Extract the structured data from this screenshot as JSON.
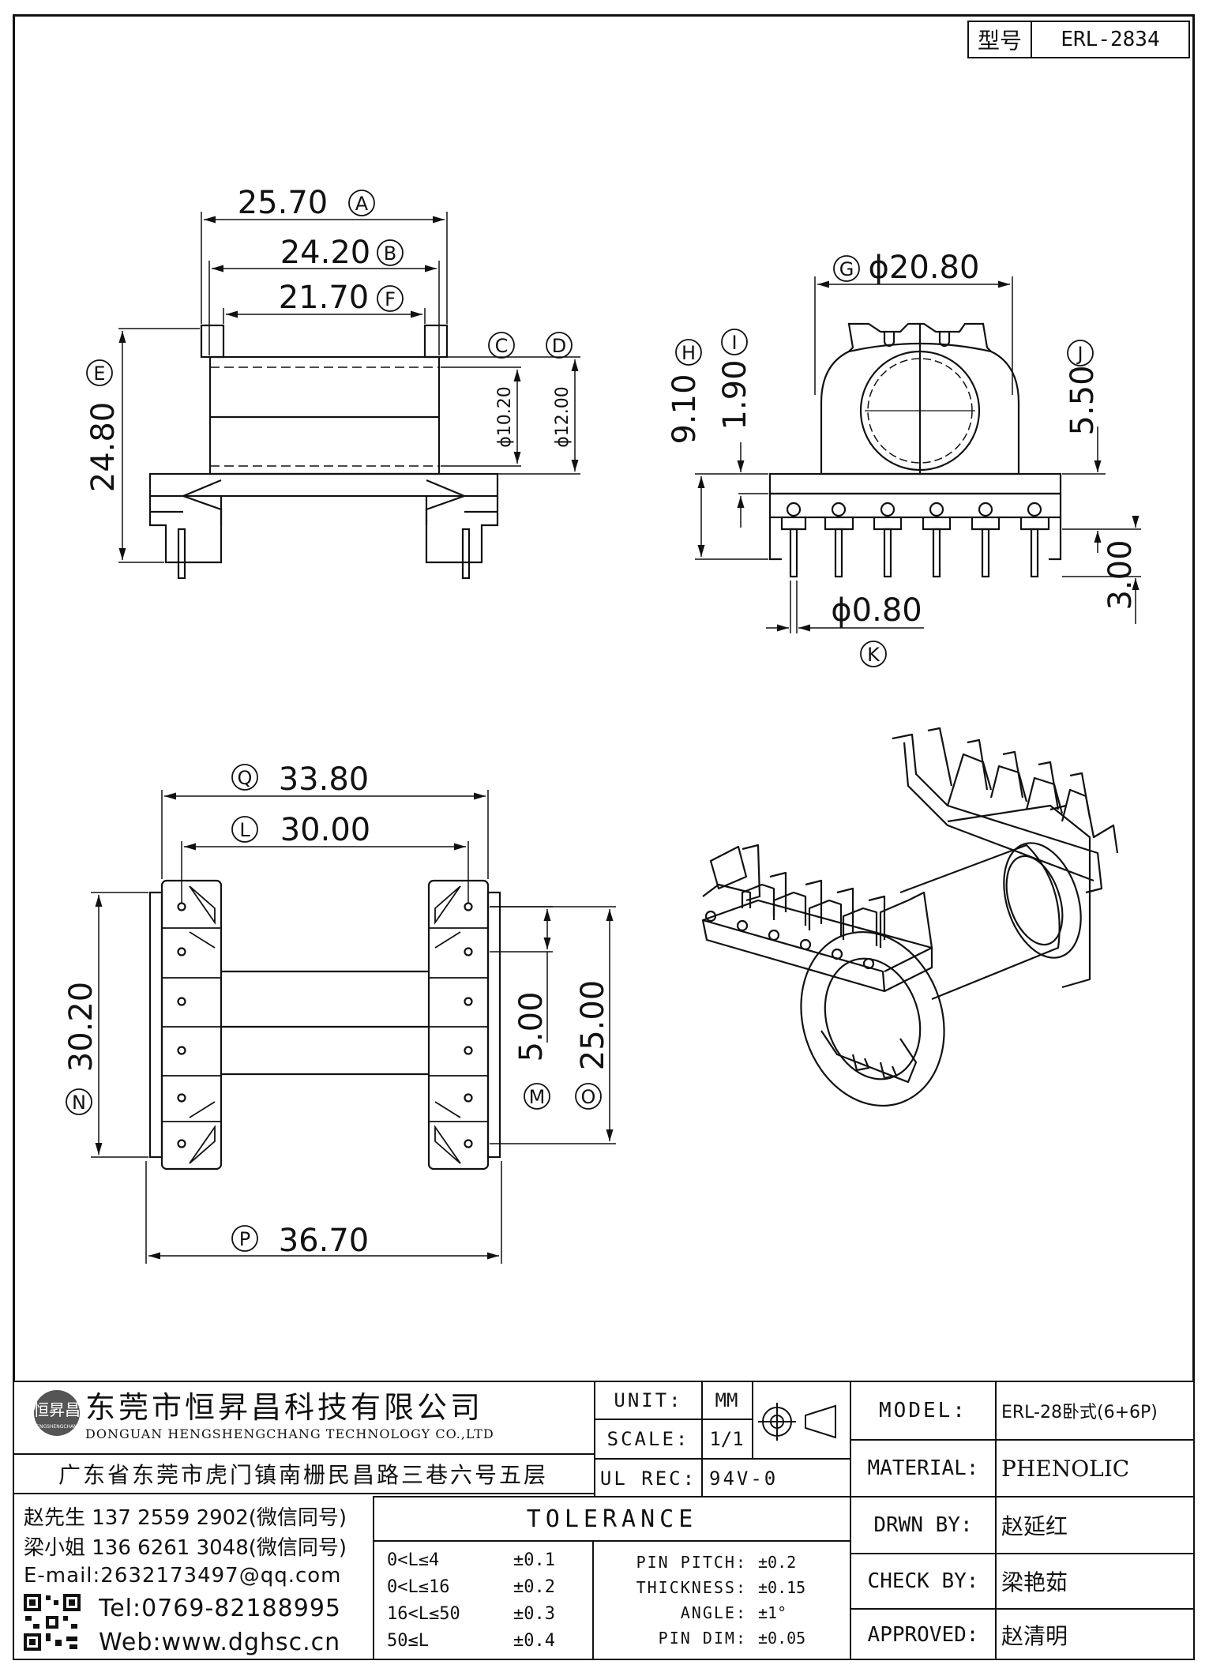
{
  "model_box": {
    "label": "型号",
    "value": "ERL-2834"
  },
  "dimensions": {
    "A": {
      "circle": "A",
      "value": "25.70"
    },
    "B": {
      "circle": "B",
      "value": "24.20"
    },
    "F": {
      "circle": "F",
      "value": "21.70"
    },
    "C": {
      "circle": "C",
      "value": "ϕ10.20"
    },
    "D": {
      "circle": "D",
      "value": "ϕ12.00"
    },
    "E": {
      "circle": "E",
      "value": "24.80"
    },
    "G": {
      "circle": "G",
      "value": "ϕ20.80"
    },
    "H": {
      "circle": "H",
      "value": "9.10"
    },
    "I": {
      "circle": "I",
      "value": "1.90"
    },
    "J": {
      "circle": "J",
      "value": "5.50"
    },
    "K": {
      "circle": "K",
      "value": "ϕ0.80"
    },
    "pin_len": {
      "value": "3.00"
    },
    "Q": {
      "circle": "Q",
      "value": "33.80"
    },
    "L": {
      "circle": "L",
      "value": "30.00"
    },
    "N": {
      "circle": "N",
      "value": "30.20"
    },
    "M": {
      "circle": "M",
      "value": "5.00"
    },
    "O": {
      "circle": "O",
      "value": "25.00"
    },
    "P": {
      "circle": "P",
      "value": "36.70"
    }
  },
  "company": {
    "logo_text": "恒昇昌",
    "logo_sub": "HENGSHENGCHANG",
    "name_cn": "东莞市恒昇昌科技有限公司",
    "name_en": "DONGUAN HENGSHENGCHANG TECHNOLOGY CO.,LTD",
    "address": "广东省东莞市虎门镇南栅民昌路三巷六号五层",
    "contact1": "赵先生 137 2559 2902(微信同号)",
    "contact2": "梁小姐 136 6261 3048(微信同号)",
    "email": "E-mail:2632173497@qq.com",
    "tel": "Tel:0769-82188995",
    "web": "Web:www.dghsc.cn"
  },
  "spec": {
    "unit_label": "UNIT:",
    "unit_value": "MM",
    "scale_label": "SCALE:",
    "scale_value": "1/1",
    "ul_label": "UL REC:",
    "ul_value": "94V-0"
  },
  "tolerance": {
    "title": "TOLERANCE",
    "ranges": [
      {
        "range": "0<L≤4",
        "tol": "±0.1"
      },
      {
        "range": "0<L≤16",
        "tol": "±0.2"
      },
      {
        "range": "16<L≤50",
        "tol": "±0.3"
      },
      {
        "range": "50≤L",
        "tol": "±0.4"
      }
    ],
    "specs": [
      {
        "label": "PIN PITCH:",
        "tol": "±0.2"
      },
      {
        "label": "THICKNESS:",
        "tol": "±0.15"
      },
      {
        "label": "ANGLE:",
        "tol": "±1°"
      },
      {
        "label": "PIN DIM:",
        "tol": "±0.05"
      }
    ]
  },
  "info": {
    "model_label": "MODEL:",
    "model_value": "ERL-28卧式(6+6P)",
    "material_label": "MATERIAL:",
    "material_value": "PHENOLIC",
    "drawn_label": "DRWN BY:",
    "drawn_value": "赵延红",
    "check_label": "CHECK BY:",
    "check_value": "梁艳茹",
    "approved_label": "APPROVED:",
    "approved_value": "赵清明"
  }
}
